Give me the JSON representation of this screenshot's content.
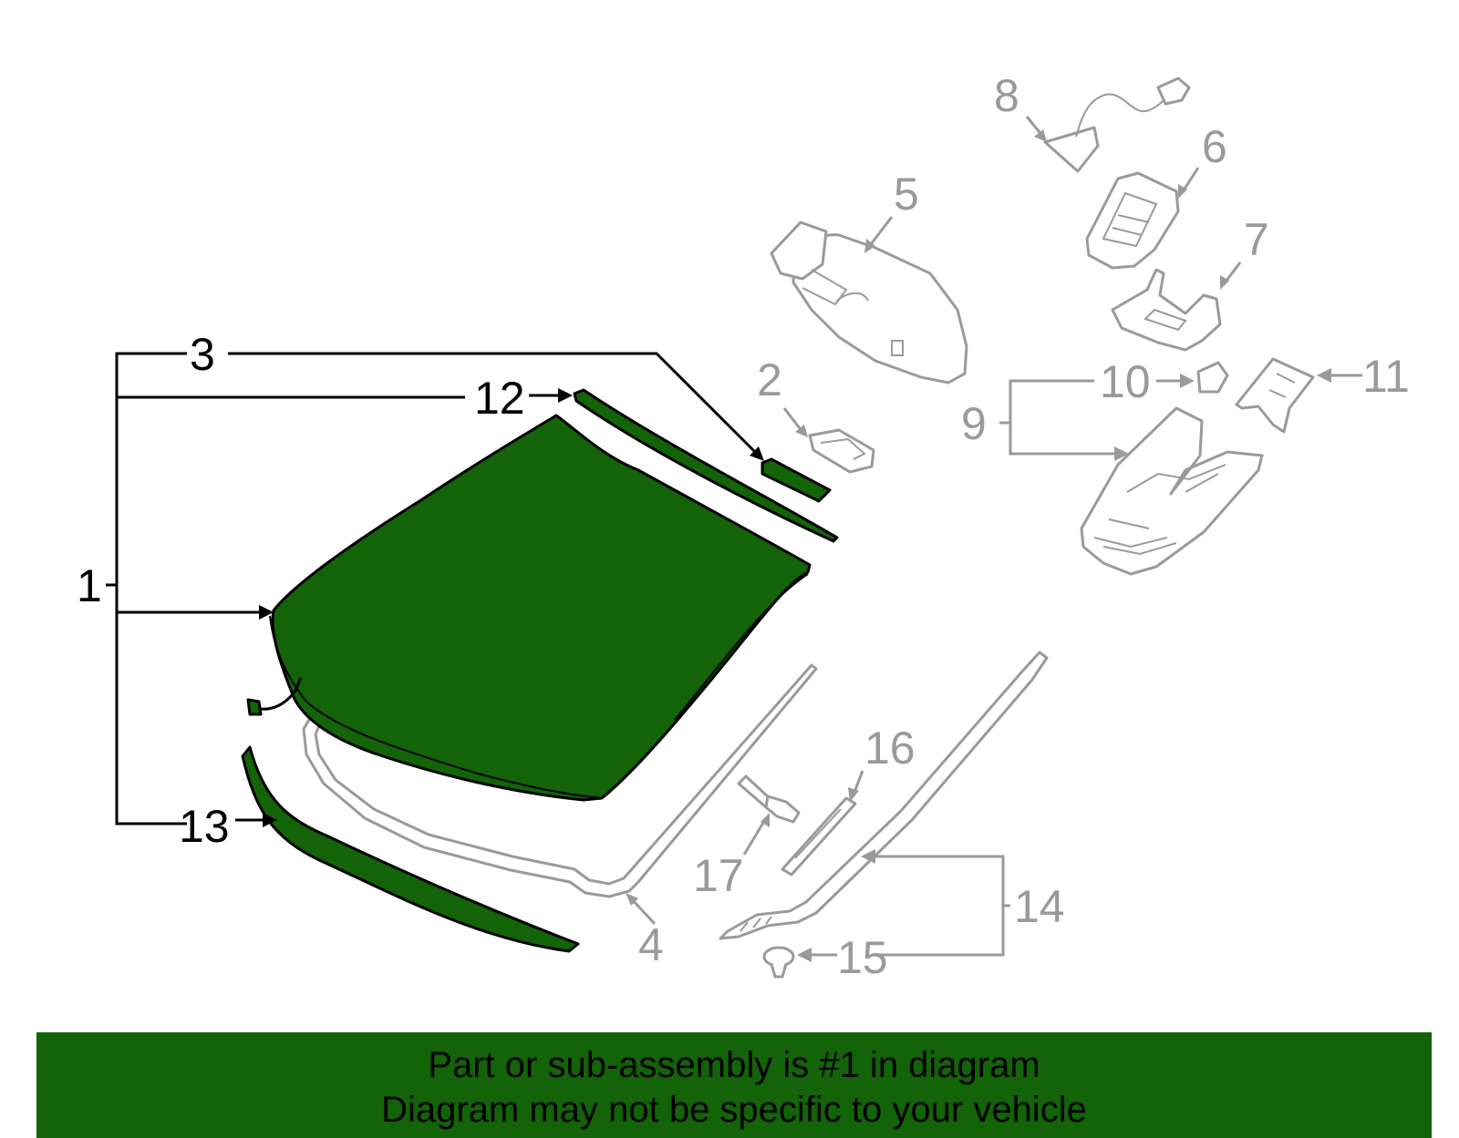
{
  "callouts": {
    "c1": "1",
    "c2": "2",
    "c3": "3",
    "c4": "4",
    "c5": "5",
    "c6": "6",
    "c7": "7",
    "c8": "8",
    "c9": "9",
    "c10": "10",
    "c11": "11",
    "c12": "12",
    "c13": "13",
    "c14": "14",
    "c15": "15",
    "c16": "16",
    "c17": "17"
  },
  "banner": {
    "line1": "Part or sub-assembly is #1 in diagram",
    "line2": "Diagram may not be specific to your vehicle"
  },
  "colors": {
    "highlight": "#136308",
    "inactive": "#9a9a9a",
    "active": "#000000"
  }
}
